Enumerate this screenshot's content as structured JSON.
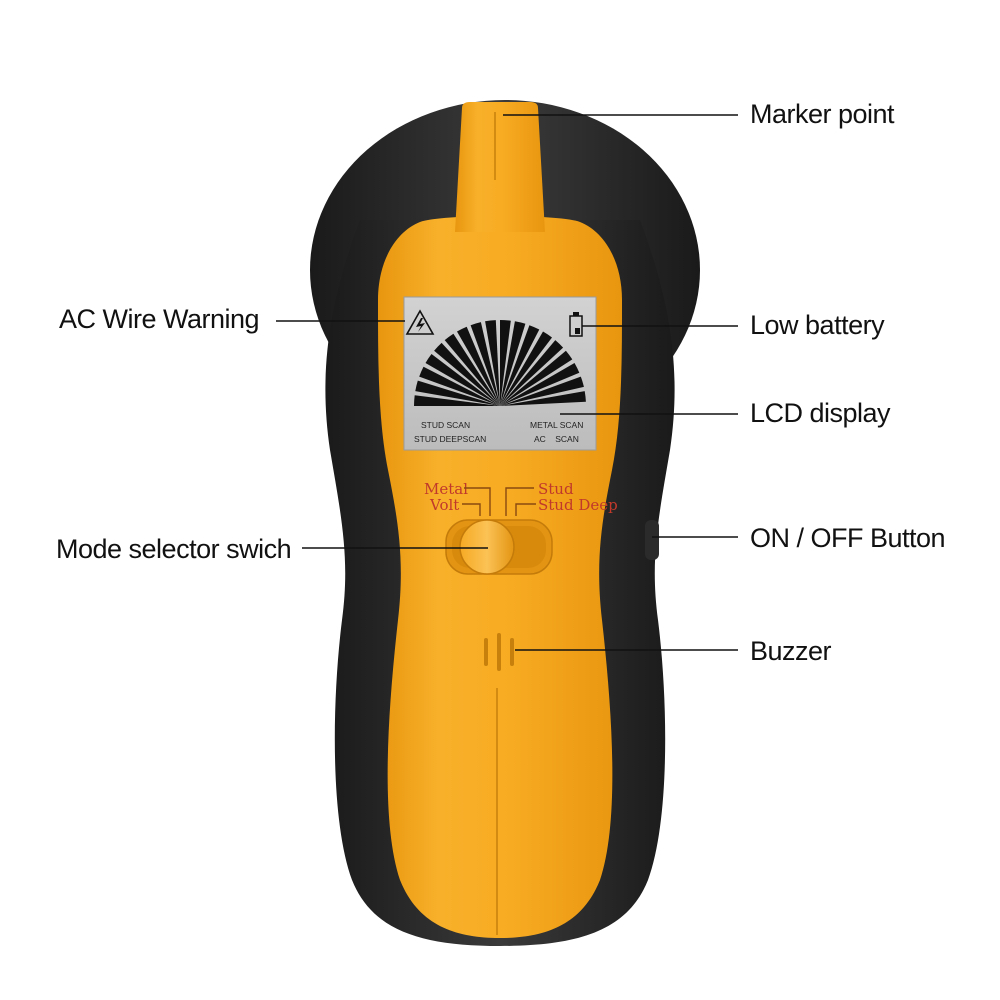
{
  "callouts": {
    "marker_point": "Marker point",
    "ac_wire_warning": "AC Wire Warning",
    "low_battery": "Low battery",
    "lcd_display": "LCD display",
    "mode_selector": "Mode selector swich",
    "on_off_button": "ON / OFF Button",
    "buzzer": "Buzzer"
  },
  "lcd": {
    "stud_scan": "STUD SCAN",
    "stud_deepscan": "STUD DEEPSCAN",
    "metal_scan": "METAL SCAN",
    "ac_scan": "AC    SCAN"
  },
  "switch_labels": {
    "metal": "Metal",
    "volt": "Volt",
    "stud": "Stud",
    "stud_deep": "Stud Deep"
  },
  "colors": {
    "body_yellow": "#f5a81c",
    "body_black": "#262626",
    "lcd_grey": "#c9c9c9",
    "switch_label": "#c0392b"
  },
  "icons": [
    "high-voltage-warning-icon",
    "battery-icon"
  ]
}
